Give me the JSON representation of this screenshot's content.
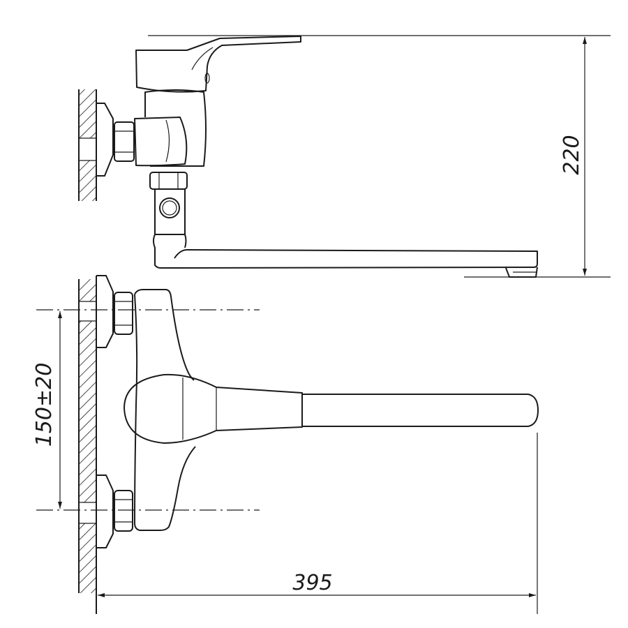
{
  "drawing": {
    "dimensions": {
      "height": "220",
      "mount_spacing": "150±20",
      "spout_reach": "395"
    },
    "line_color": "#1a1a1a",
    "background": "#ffffff"
  }
}
